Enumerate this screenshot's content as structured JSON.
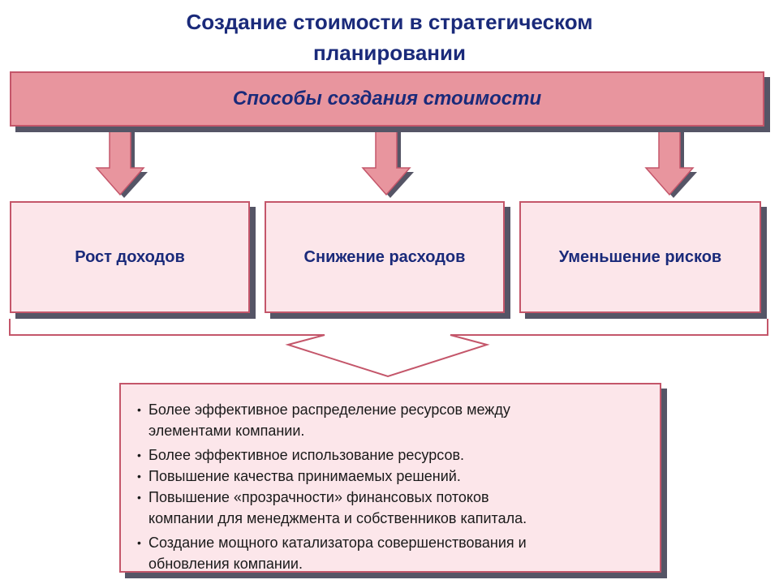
{
  "title": {
    "line1": "Создание стоимости в стратегическом",
    "line2": "планировании"
  },
  "banner": {
    "label": "Способы создания стоимости"
  },
  "methods": [
    {
      "label": "Рост доходов"
    },
    {
      "label": "Снижение расходов"
    },
    {
      "label": "Уменьшение рисков"
    }
  ],
  "results": {
    "items": [
      {
        "line1": "Более эффективное распределение ресурсов между",
        "line2": "элементами компании."
      },
      {
        "line1": "Более эффективное использование ресурсов.",
        "line2": ""
      },
      {
        "line1": "Повышение качества принимаемых решений.",
        "line2": ""
      },
      {
        "line1": "Повышение «прозрачности» финансовых потоков",
        "line2": "компании для менеджмента и собственников капитала."
      },
      {
        "line1": "Создание мощного катализатора совершенствования и",
        "line2": "обновления компании."
      }
    ]
  },
  "colors": {
    "title": "#1a2a7a",
    "banner_fill": "#e8959e",
    "box_fill": "#fce6ea",
    "border": "#c4566a",
    "shadow": "#555566"
  }
}
